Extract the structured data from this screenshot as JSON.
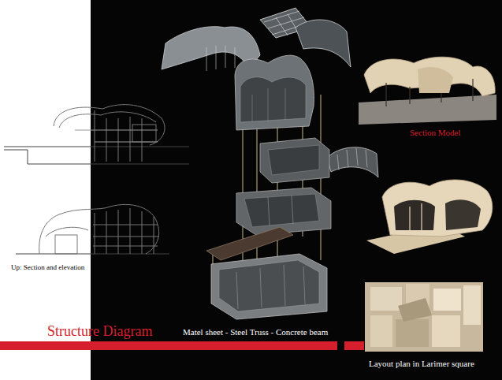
{
  "diagram": {
    "title": "Structure Diagram",
    "labels": [
      "Matel sheet - Steel Truss - Concrete beam",
      "Section Model",
      "Up: Section and elevation",
      "Layout plan in Larimer square"
    ]
  }
}
